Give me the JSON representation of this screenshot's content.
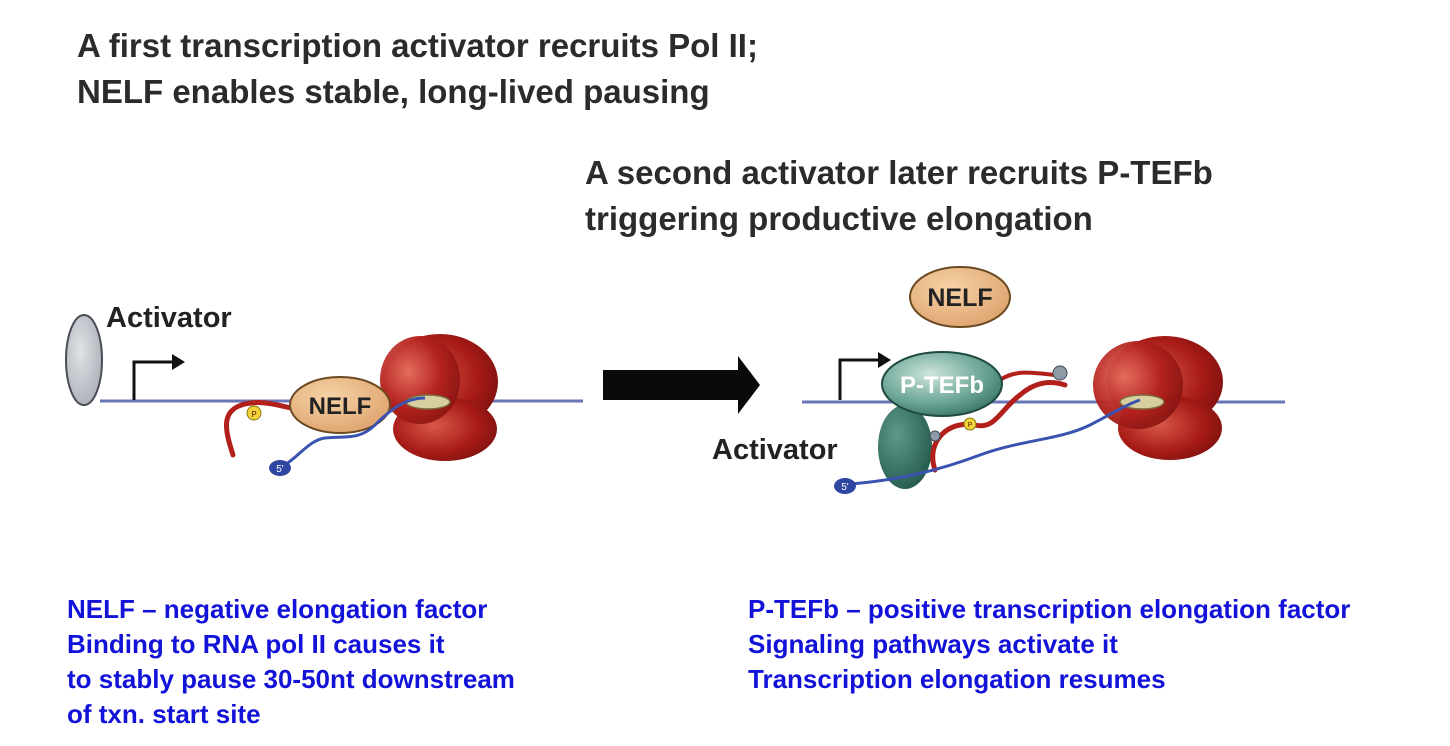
{
  "heading_left": {
    "line1": "A first transcription activator recruits Pol II;",
    "line2": "NELF enables stable, long-lived pausing"
  },
  "heading_right": {
    "line1": "A second activator later recruits P-TEFb",
    "line2": "triggering productive elongation"
  },
  "left_panel": {
    "activator_label": "Activator",
    "nelf_label": "NELF",
    "rna_end_label": "5'",
    "phosphate_label": "P"
  },
  "right_panel": {
    "activator_label": "Activator",
    "nelf_label": "NELF",
    "ptefb_label": "P-TEFb",
    "rna_end_label": "5'",
    "phosphate_label": "P"
  },
  "caption_left": {
    "line1": "NELF – negative elongation factor",
    "line2": "Binding to RNA pol II causes it",
    "line3": "to stably pause 30-50nt downstream",
    "line4": "of txn. start site"
  },
  "caption_right": {
    "line1": "P-TEFb – positive transcription elongation factor",
    "line2": "Signaling pathways activate it",
    "line3": "Transcription elongation resumes"
  },
  "colors": {
    "dna": "#6a76b6",
    "polymerase": "#b2201c",
    "nelf": "#e7b985",
    "ptefb": "#3f8474",
    "activator": "#b9bdc4",
    "rna": "#3a53b0",
    "caption": "#1212d8"
  }
}
